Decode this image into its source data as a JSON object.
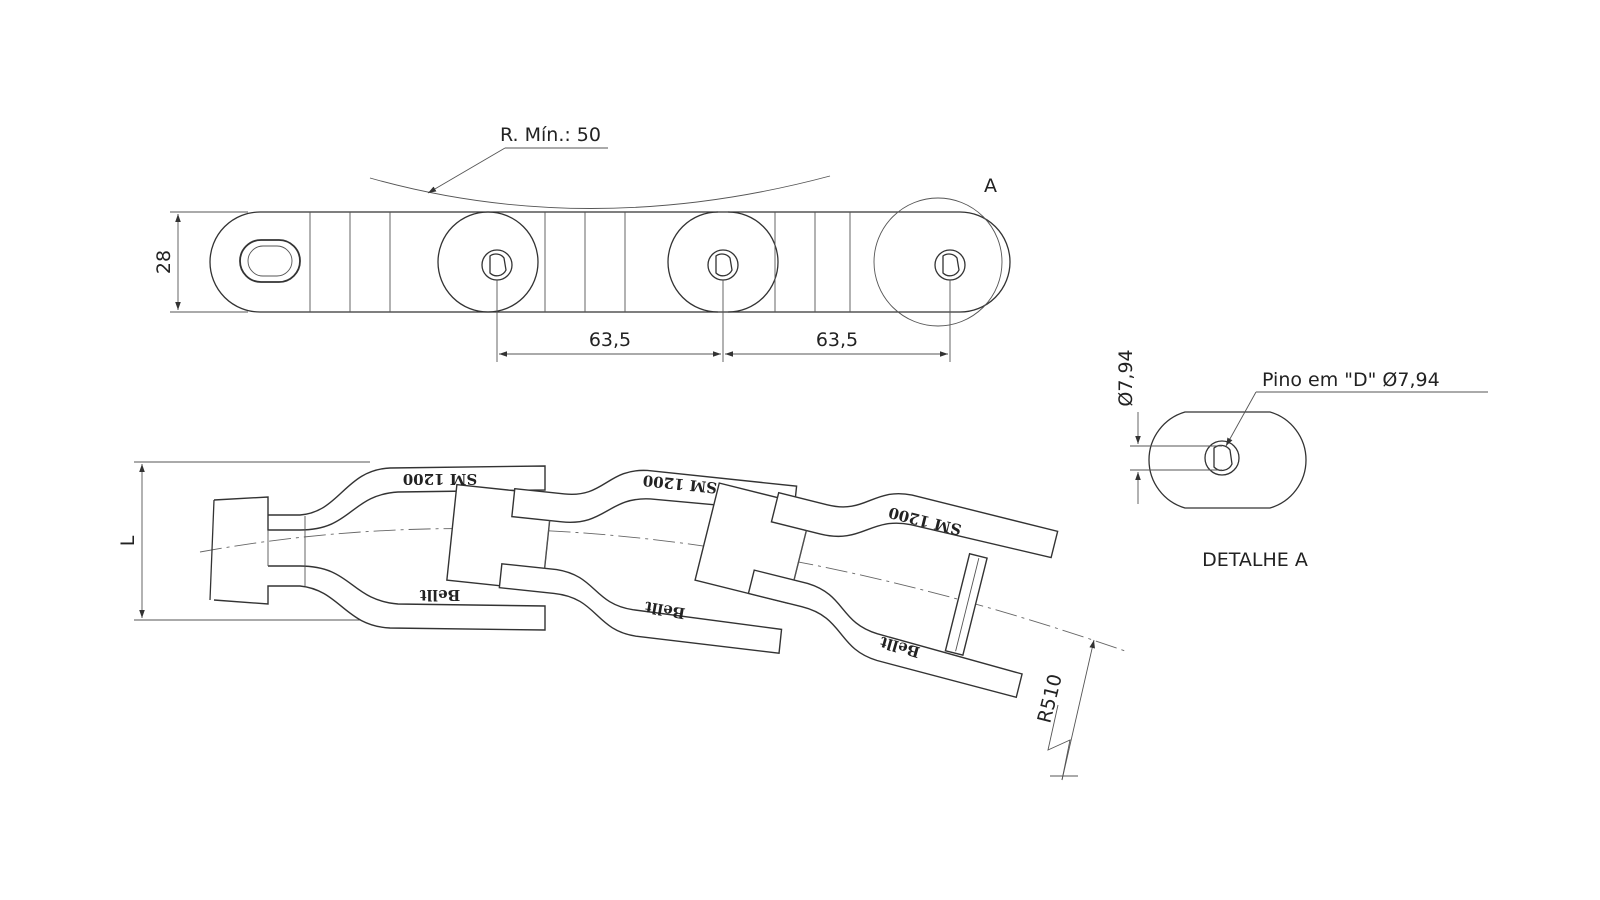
{
  "top_view": {
    "radius_label": "R. Mín.: 50",
    "height_dim": "28",
    "pitch_dim_1": "63,5",
    "pitch_dim_2": "63,5",
    "detail_ref": "A"
  },
  "detail_view": {
    "diameter_dim": "Ø7,94",
    "pin_label": "Pino em \"D\" Ø7,94",
    "title": "DETALHE A"
  },
  "side_view": {
    "length_dim": "L",
    "radius_dim": "R510",
    "plate_marks": [
      "SM 1200",
      "SM 1200",
      "SM 1200",
      "Bellt",
      "Bellt",
      "Bellt"
    ]
  },
  "colors": {
    "line": "#333333",
    "background": "#ffffff"
  }
}
